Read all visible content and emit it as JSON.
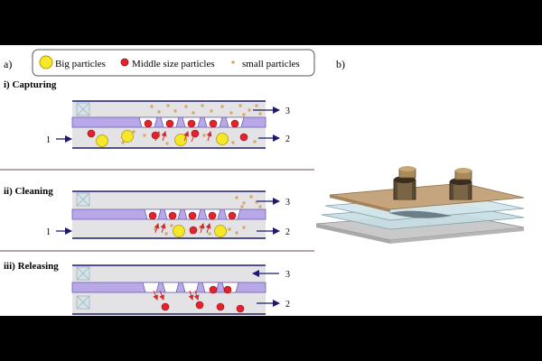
{
  "panel_a_label": "a)",
  "panel_b_label": "b)",
  "legend": {
    "big": "Big particles",
    "middle": "Middle size particles",
    "small": "small particles"
  },
  "stages": {
    "capturing": "i) Capturing",
    "cleaning": "ii) Cleaning",
    "releasing": "iii) Releasing"
  },
  "ports": {
    "p1": "1",
    "p2": "2",
    "p3": "3"
  },
  "colors": {
    "membrane": "#b9a8e8",
    "membrane_stroke": "#6f5fb0",
    "channel_line": "#1c1a6e",
    "big_particle": "#f5e72a",
    "middle_particle": "#e4222b",
    "small_particle": "#d9a86a",
    "valve": "#d6e3e8",
    "separator": "#8a6f6f",
    "arrow_red": "#d22b2b"
  }
}
